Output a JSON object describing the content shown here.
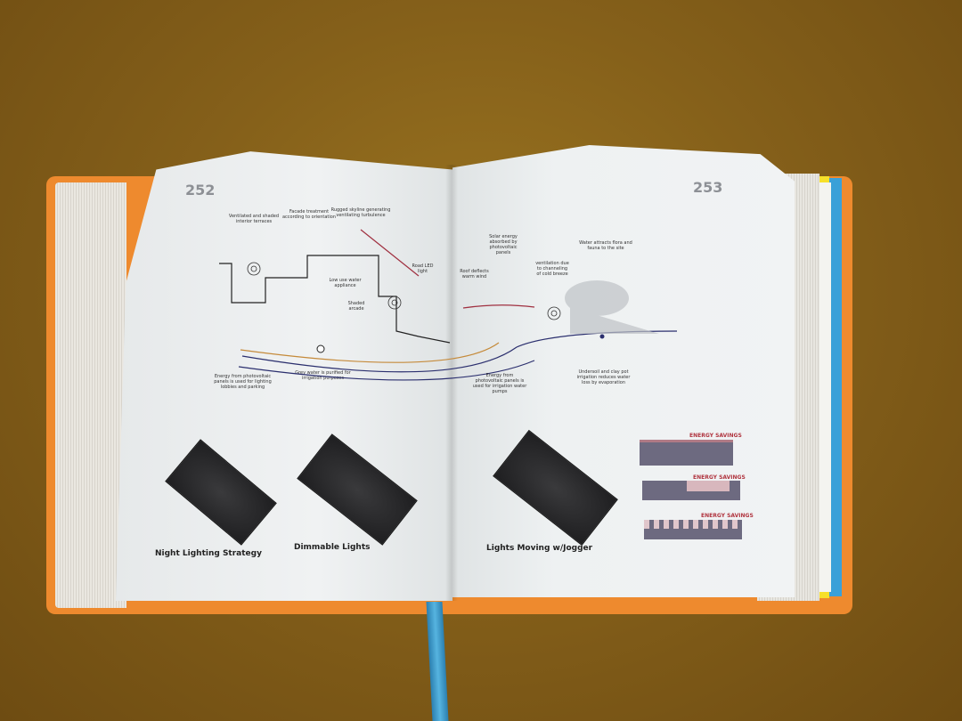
{
  "left_page": {
    "page_number": "252",
    "annotations": [
      "Ventilated and shaded interior terraces",
      "Facade treatment according to orientation",
      "Rugged skyline generating ventilating turbulence",
      "Low use water appliance",
      "Shaded arcade",
      "Road LED light",
      "Energy from photovoltaic panels is used for lighting lobbies and parking",
      "Grey water is purified for irrigation purposes"
    ],
    "captions": [
      "Night Lighting Strategy",
      "Dimmable Lights"
    ]
  },
  "right_page": {
    "page_number": "253",
    "annotations": [
      "Roof deflects warm wind",
      "Solar energy absorbed by photovoltaic panels",
      "ventilation due to channeling of cold breeze",
      "Water attracts flora and fauna to the site",
      "Energy from photovoltaic panels is used for irrigation water pumps",
      "Undersoil and clay pot irrigation reduces water loss by evaporation"
    ],
    "captions": [
      "Lights Moving w/Jogger"
    ],
    "chart_labels": [
      "ENERGY SAVINGS",
      "ENERGY SAVINGS",
      "ENERGY SAVINGS"
    ]
  },
  "colors": {
    "background": "#85601a",
    "cover": "#ee8a2e",
    "page": "#eef1f2",
    "edge_yellow": "#f7e02a",
    "edge_blue": "#3aa0d8",
    "ribbon": "#56b4e0"
  }
}
